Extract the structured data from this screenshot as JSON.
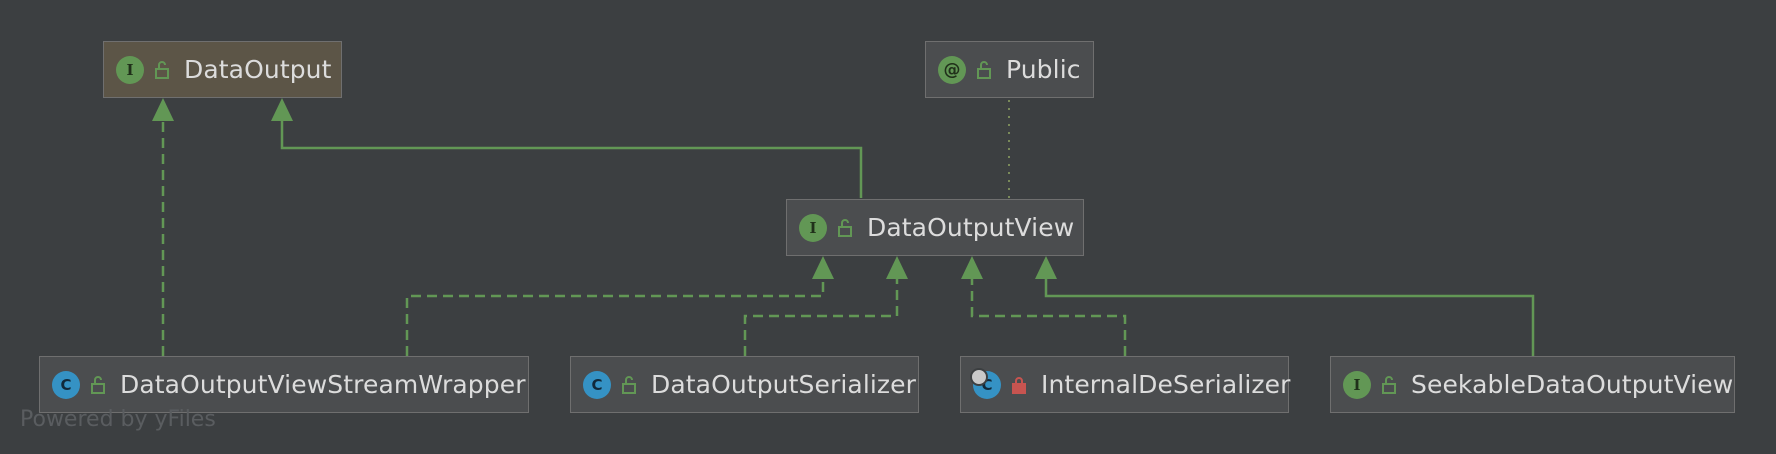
{
  "nodes": [
    {
      "key": "data_output",
      "kind": "interface",
      "badge": "I",
      "access": "public",
      "label": "DataOutput"
    },
    {
      "key": "public",
      "kind": "annotation",
      "badge": "@",
      "access": "public",
      "label": "Public"
    },
    {
      "key": "data_output_view",
      "kind": "interface",
      "badge": "I",
      "access": "public",
      "label": "DataOutputView"
    },
    {
      "key": "stream_wrapper",
      "kind": "class",
      "badge": "C",
      "access": "public",
      "label": "DataOutputViewStreamWrapper"
    },
    {
      "key": "serializer",
      "kind": "class",
      "badge": "C",
      "access": "public",
      "label": "DataOutputSerializer"
    },
    {
      "key": "internal_deserializer",
      "kind": "abstract-class",
      "badge": "C",
      "access": "private",
      "label": "InternalDeSerializer"
    },
    {
      "key": "seekable",
      "kind": "interface",
      "badge": "I",
      "access": "public",
      "label": "SeekableDataOutputView"
    }
  ],
  "edges": [
    {
      "from": "stream_wrapper",
      "to": "data_output",
      "type": "implements"
    },
    {
      "from": "data_output_view",
      "to": "data_output",
      "type": "extends"
    },
    {
      "from": "data_output_view",
      "to": "public",
      "type": "annotated"
    },
    {
      "from": "stream_wrapper",
      "to": "data_output_view",
      "type": "implements"
    },
    {
      "from": "serializer",
      "to": "data_output_view",
      "type": "implements"
    },
    {
      "from": "internal_deserializer",
      "to": "data_output_view",
      "type": "implements"
    },
    {
      "from": "seekable",
      "to": "data_output_view",
      "type": "extends"
    }
  ],
  "colors": {
    "background": "#3c3f41",
    "edge": "#629755",
    "annotation_edge": "#7a8a5a",
    "text": "#dcdcdc",
    "interface_badge": "#629755",
    "class_badge": "#3592c4",
    "public_lock": "#629755",
    "private_lock": "#c75450"
  },
  "watermark": "Powered by yFiles"
}
